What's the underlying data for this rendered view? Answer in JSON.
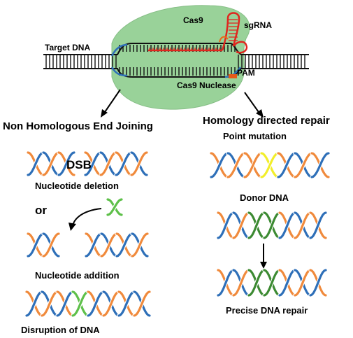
{
  "labels": {
    "cas9": "Cas9",
    "sgrna": "sgRNA",
    "target_dna": "Target DNA",
    "pam": "PAM",
    "cas9_nuclease": "Cas9 Nuclease",
    "nhej": "Non Homologous End Joining",
    "hdr": "Homology directed repair",
    "dsb": "DSB",
    "nucleotide_deletion": "Nucleotide deletion",
    "or": "or",
    "nucleotide_addition": "Nucleotide addition",
    "disruption": "Disruption of DNA",
    "point_mutation": "Point mutation",
    "donor_dna": "Donor DNA",
    "precise_repair": "Precise DNA repair"
  },
  "colors": {
    "strand_blue": "#2e6fb8",
    "strand_orange": "#f08a3c",
    "green_insert": "#5ec04a",
    "dark_green": "#3c8a32",
    "yellow_mutation": "#f2ee2a",
    "cas9_fill": "#8fce8f",
    "sgrna": "#e0261e",
    "pam": "#e85a1a",
    "dna_black": "#111111"
  }
}
